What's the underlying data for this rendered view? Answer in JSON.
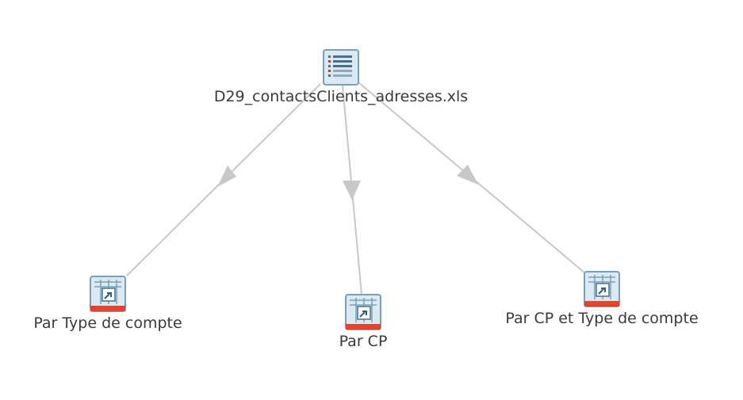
{
  "diagram": {
    "nodes": [
      {
        "id": "source",
        "label": "D29_contactsClients_adresses.xls",
        "icon": "spreadsheet-file-icon"
      },
      {
        "id": "type",
        "label": "Par Type de compte",
        "icon": "report-table-icon"
      },
      {
        "id": "cp",
        "label": "Par CP",
        "icon": "report-table-icon"
      },
      {
        "id": "cp_type",
        "label": "Par CP et Type de compte",
        "icon": "report-table-icon"
      }
    ],
    "edges": [
      {
        "from": "source",
        "to": "type"
      },
      {
        "from": "source",
        "to": "cp"
      },
      {
        "from": "source",
        "to": "cp_type"
      }
    ],
    "colors": {
      "edge": "#c8c8c8",
      "icon_frame": "#7a9fb8",
      "icon_fill": "#dbe9f3",
      "icon_accent": "#e8422b",
      "text": "#3a3a3a"
    }
  }
}
